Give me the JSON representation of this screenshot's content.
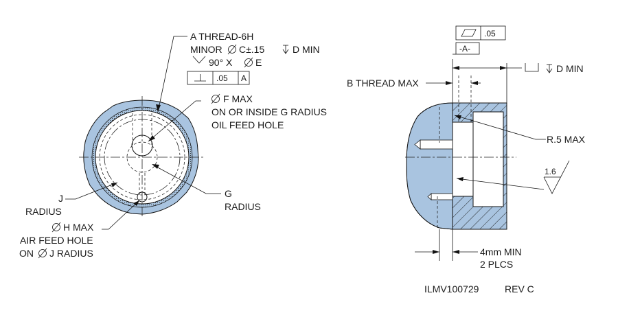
{
  "left_view": {
    "thread_note": [
      "A THREAD-6H",
      "MINOR",
      "C±.15",
      "D MIN",
      "90° X",
      "E"
    ],
    "perp_fcf": {
      "tolerance": ".05",
      "datum": "A"
    },
    "f_note": [
      "F MAX",
      "ON OR INSIDE G RADIUS",
      "OIL FEED HOLE"
    ],
    "g_label": [
      "G",
      "RADIUS"
    ],
    "j_label": [
      "J",
      "RADIUS"
    ],
    "h_note": [
      "H MAX",
      "AIR FEED HOLE",
      "ON",
      "J RADIUS"
    ]
  },
  "right_view": {
    "flat_fcf": {
      "tolerance": ".05"
    },
    "datum_label": "-A-",
    "cbore_note": "D MIN",
    "b_thread": "B THREAD MAX",
    "r_max": "R.5 MAX",
    "surface_finish": "1.6",
    "min_note": [
      "4mm MIN",
      "2 PLCS"
    ]
  },
  "title_block": {
    "drawing_number": "ILMV100729",
    "revision": "REV C"
  },
  "colors": {
    "part_fill": "#a9c4e0",
    "line": "#111111"
  }
}
